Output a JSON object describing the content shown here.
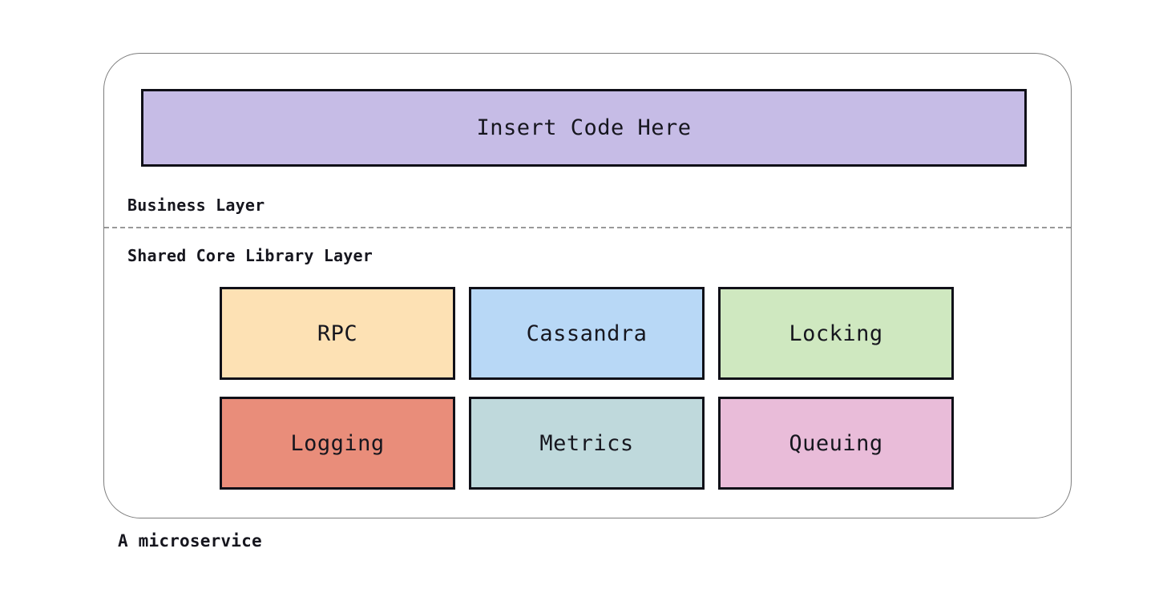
{
  "diagram": {
    "caption": "A microservice",
    "business_layer_label": "Business Layer",
    "shared_layer_label": "Shared Core Library Layer",
    "code_box": {
      "label": "Insert Code Here",
      "color": "#c6bce6"
    },
    "library_boxes": [
      {
        "name": "rpc",
        "label": "RPC",
        "color": "#fde1b4"
      },
      {
        "name": "cassandra",
        "label": "Cassandra",
        "color": "#b8d8f6"
      },
      {
        "name": "locking",
        "label": "Locking",
        "color": "#cfe8c0"
      },
      {
        "name": "logging",
        "label": "Logging",
        "color": "#e98d7a"
      },
      {
        "name": "metrics",
        "label": "Metrics",
        "color": "#bfd9dc"
      },
      {
        "name": "queuing",
        "label": "Queuing",
        "color": "#e9bcd9"
      }
    ],
    "colors": {
      "box_border": "#101018",
      "container_border": "#7d7d7d",
      "divider": "#999999",
      "text": "#16161e",
      "background": "#ffffff"
    }
  }
}
